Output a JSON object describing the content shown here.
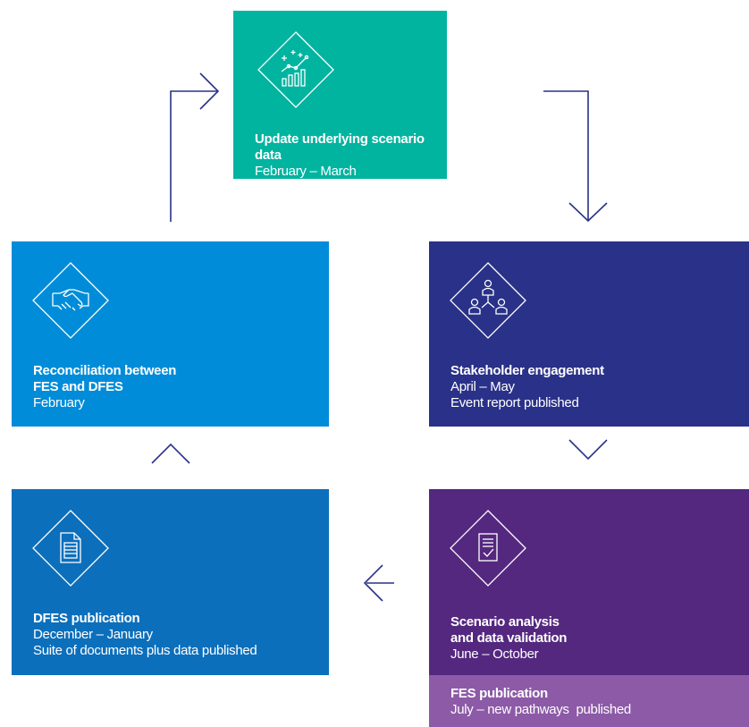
{
  "stages": {
    "update": {
      "title": "Update underlying scenario data",
      "lines": [
        "February – March"
      ],
      "icon": "chart-trend-icon",
      "color": "#00b4a0"
    },
    "stakeholder": {
      "title": "Stakeholder engagement",
      "lines": [
        "April – May",
        "Event report published"
      ],
      "icon": "people-network-icon",
      "color": "#2a3188"
    },
    "scenario": {
      "title_lines": [
        "Scenario analysis",
        "and data validation"
      ],
      "lines": [
        "June – October"
      ],
      "icon": "checklist-document-icon",
      "color": "#54287f"
    },
    "fes": {
      "title": "FES publication",
      "lines": [
        "July – new pathways  published"
      ],
      "color": "#8c5aa6"
    },
    "dfes": {
      "title": "DFES publication",
      "lines": [
        "December – January",
        "Suite of documents plus data published"
      ],
      "icon": "document-icon",
      "color": "#0c6fbb"
    },
    "reconciliation": {
      "title_lines": [
        "Reconciliation between",
        "FES and DFES"
      ],
      "lines": [
        "February"
      ],
      "icon": "handshake-icon",
      "color": "#008cd8"
    }
  },
  "connector_color": "#2a3188"
}
